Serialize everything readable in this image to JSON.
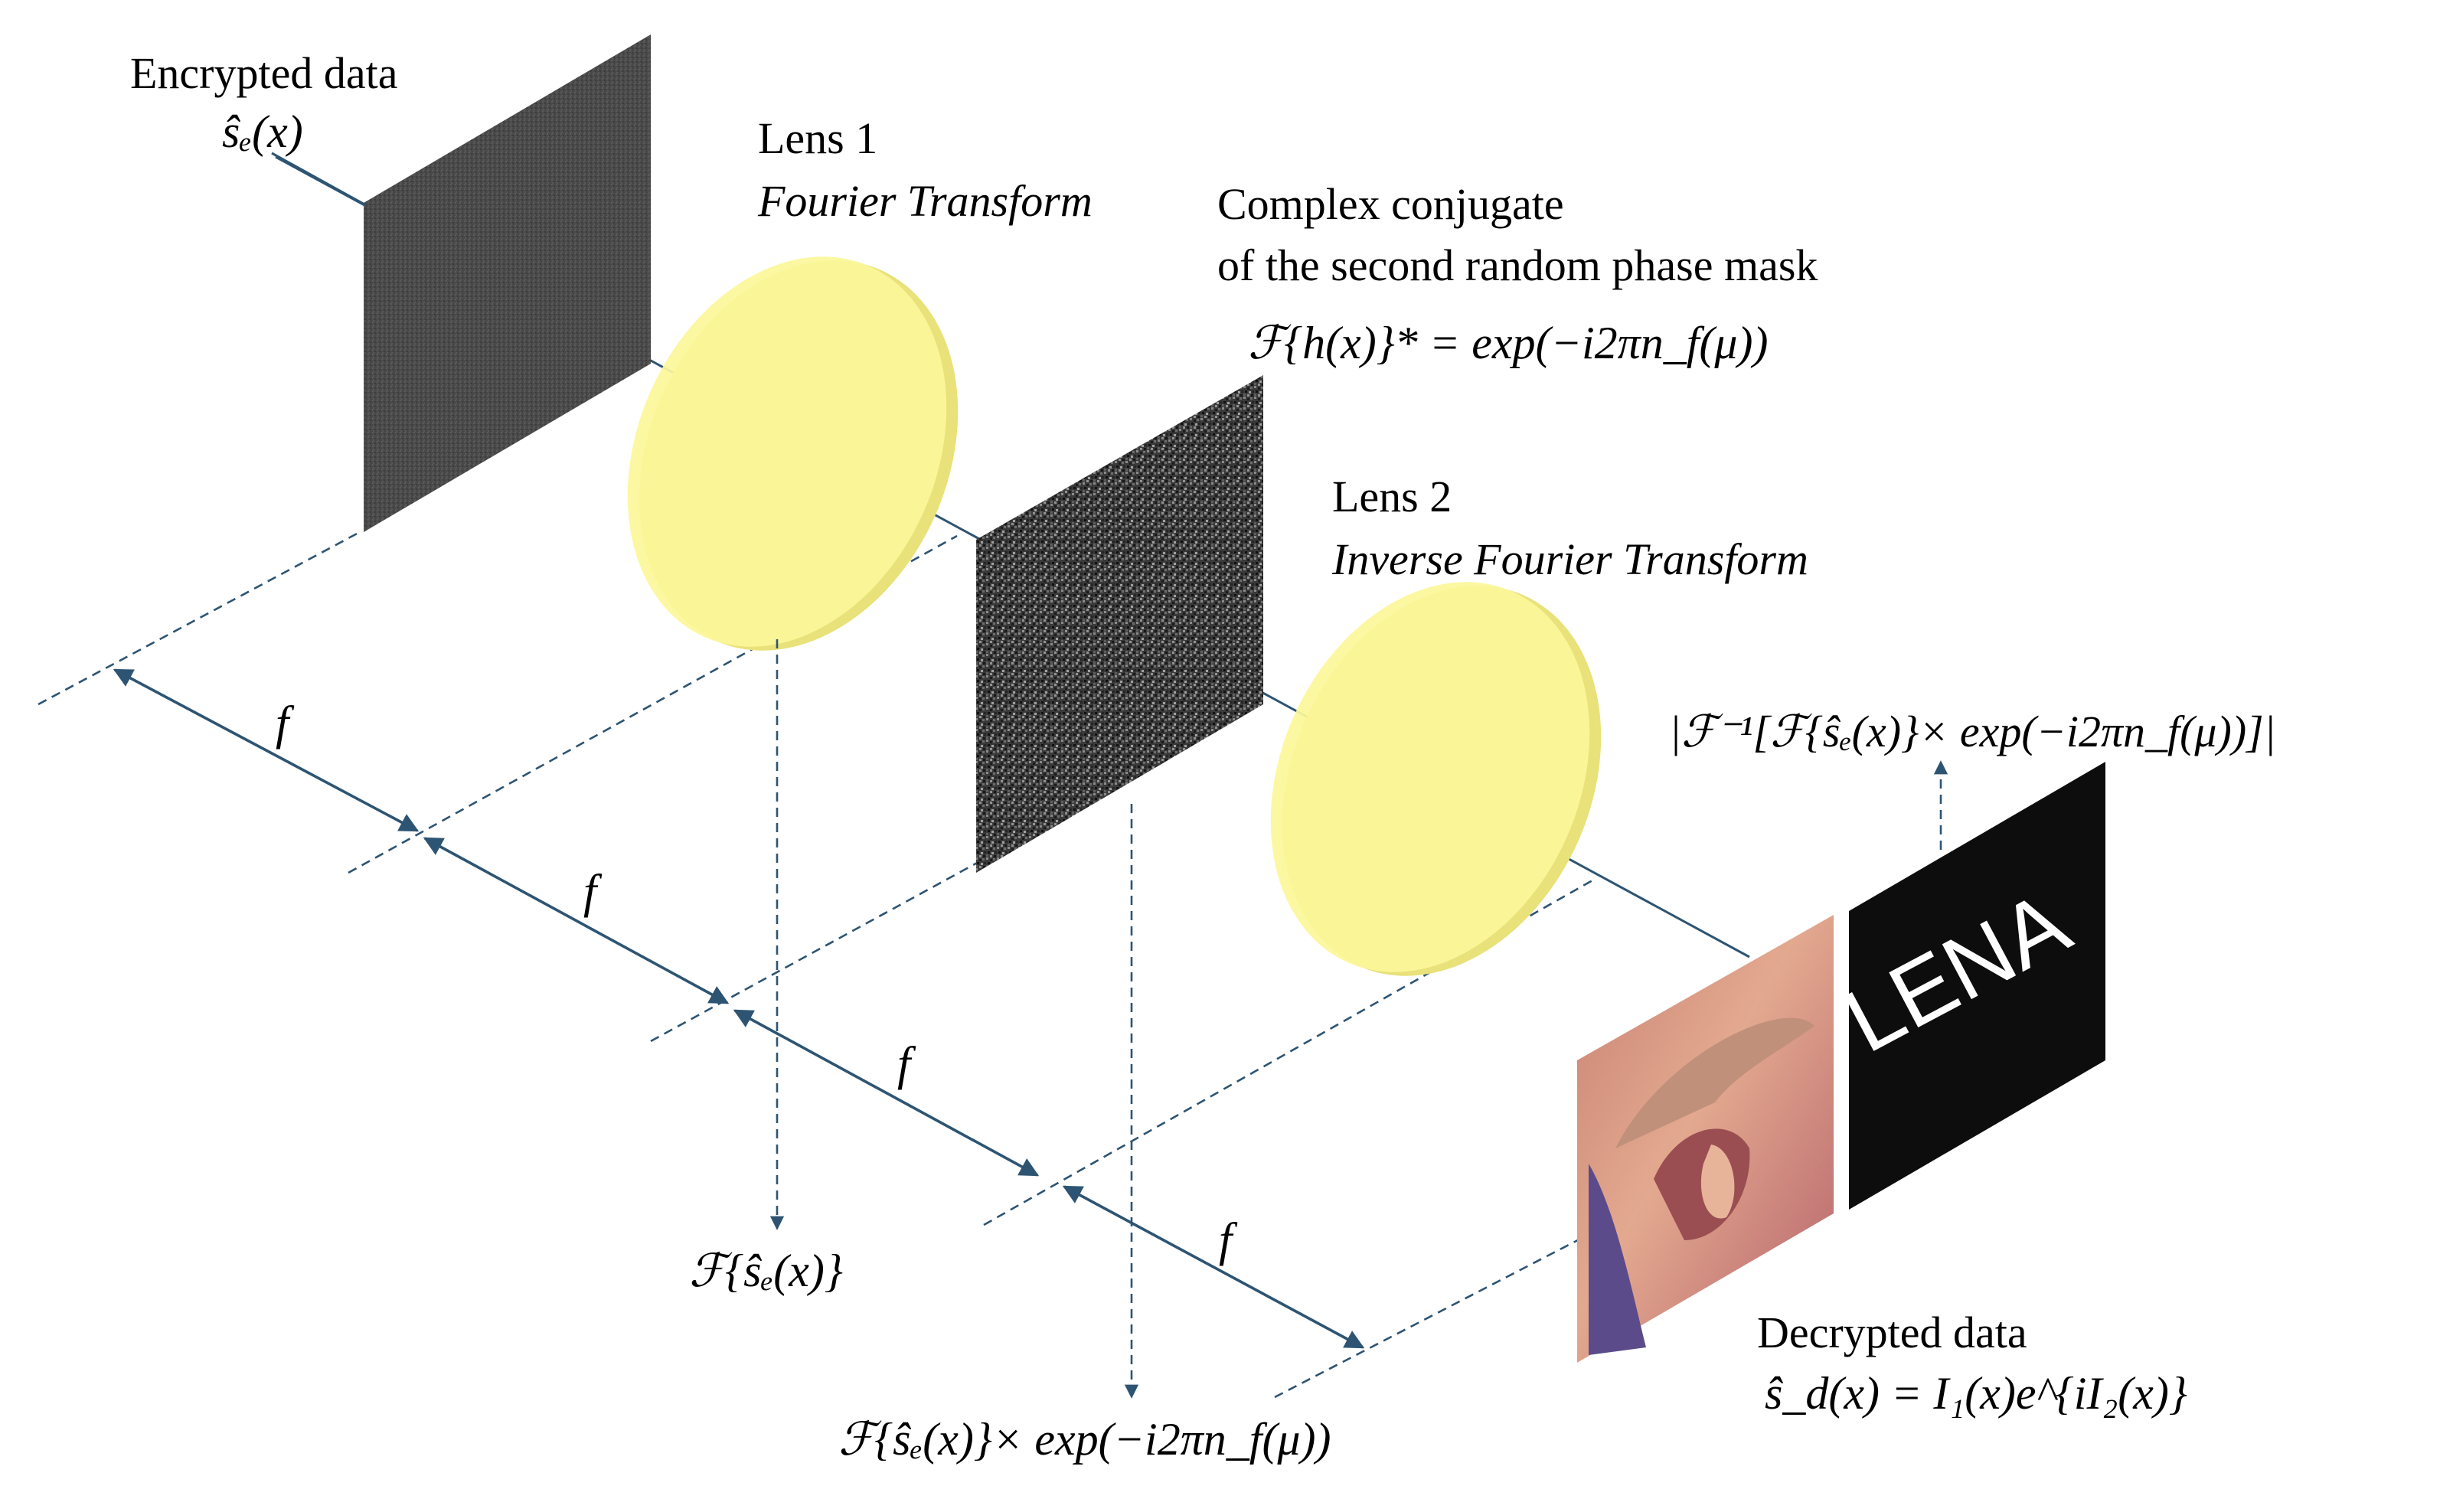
{
  "diagram": {
    "encrypted_label": "Encrypted data",
    "encrypted_formula": "ŝₑ(x)",
    "lens1_name": "Lens 1",
    "lens1_caption": "Fourier Transform",
    "mask_caption_line1": "Complex conjugate",
    "mask_caption_line2": "of the second random phase mask",
    "mask_formula": "ℱ{h(x)}* = exp(−i2πn_f(μ))",
    "lens2_name": "Lens 2",
    "lens2_caption": "Inverse Fourier Transform",
    "output_formula": "|ℱ⁻¹[ℱ{ŝₑ(x)}× exp(−i2πn_f(μ))]|",
    "lena_text": "LENA",
    "focal_label": "f",
    "fourier_plane_formula": "ℱ{ŝₑ(x)}",
    "product_formula": "ℱ{ŝₑ(x)}× exp(−i2πn_f(μ))",
    "decrypted_label": "Decrypted data",
    "decrypted_formula": "ŝ_d(x) = I₁(x)e^{iI₂(x)}"
  },
  "colors": {
    "line": "#2d5472",
    "lens_fill": "#fbf79a",
    "lens_edge": "#e9e17a",
    "encrypted_plate": "#474747",
    "mask_plate": "#3a3a3a",
    "lena_plate": "#0d0d0d",
    "photo_tone": "#d48a78"
  }
}
